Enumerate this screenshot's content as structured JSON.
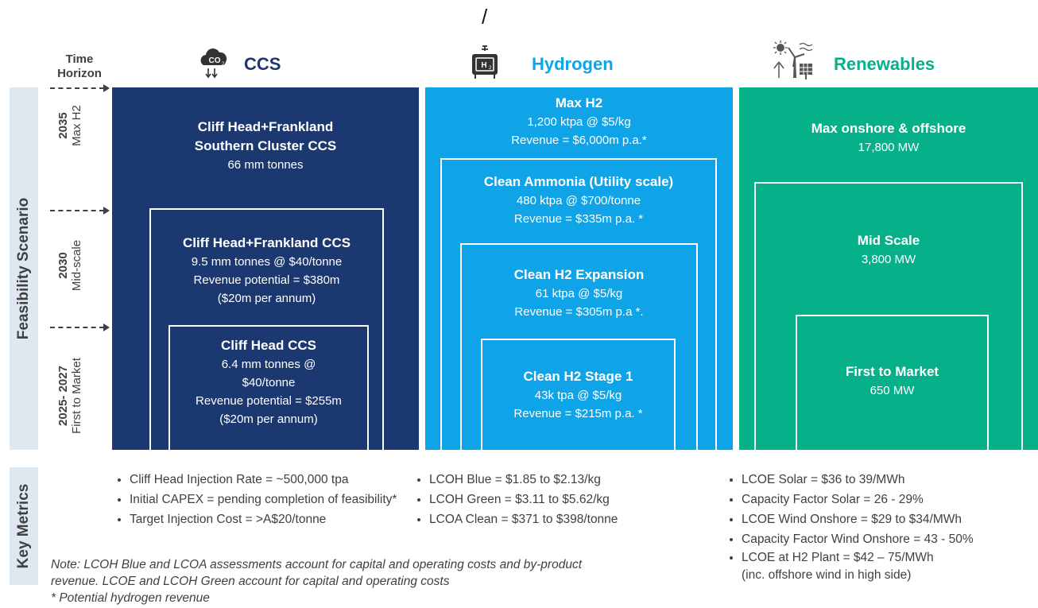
{
  "header": {
    "slash": "/",
    "time_horizon_line1": "Time",
    "time_horizon_line2": "Horizon"
  },
  "side_labels": {
    "feasibility": "Feasibility Scenario",
    "key_metrics": "Key Metrics"
  },
  "rows": [
    {
      "year": "2035",
      "name": "Max H2"
    },
    {
      "year": "2030",
      "name": "Mid-scale"
    },
    {
      "year": "2025- 2027",
      "name": "First to Market"
    }
  ],
  "columns": {
    "ccs": {
      "title": "CCS",
      "color": "#1c3870",
      "icon": "co2-cloud-icon",
      "boxes": [
        {
          "title_1": "Cliff Head+Frankland",
          "title_2": "Southern Cluster CCS",
          "line_1": "66 mm tonnes"
        },
        {
          "title": "Cliff Head+Frankland CCS",
          "line_1": "9.5 mm tonnes @ $40/tonne",
          "line_2": "Revenue potential = $380m",
          "line_3": "($20m per annum)"
        },
        {
          "title": "Cliff Head CCS",
          "line_1": "6.4 mm tonnes @",
          "line_2": "$40/tonne",
          "line_3": "Revenue potential = $255m",
          "line_4": "($20m per annum)"
        }
      ],
      "metrics": [
        "Cliff Head Injection Rate = ~500,000 tpa",
        "Initial CAPEX = pending completion of feasibility*",
        "Target Injection Cost = >A$20/tonne"
      ]
    },
    "hydrogen": {
      "title": "Hydrogen",
      "color": "#0fa3e8",
      "icon": "h2-tank-icon",
      "boxes": [
        {
          "title": "Max H2",
          "line_1": "1,200 ktpa @ $5/kg",
          "line_2": "Revenue = $6,000m p.a.*"
        },
        {
          "title": "Clean Ammonia (Utility scale)",
          "line_1": "480 ktpa @ $700/tonne",
          "line_2": "Revenue = $335m p.a. *"
        },
        {
          "title": "Clean H2 Expansion",
          "line_1": "61 ktpa @ $5/kg",
          "line_2": "Revenue = $305m p.a *."
        },
        {
          "title": "Clean H2 Stage 1",
          "line_1": "43k tpa @ $5/kg",
          "line_2": "Revenue = $215m p.a. *"
        }
      ],
      "metrics": [
        "LCOH Blue = $1.85 to $2.13/kg",
        "LCOH Green = $3.11 to $5.62/kg",
        "LCOA Clean = $371 to $398/tonne"
      ]
    },
    "renewables": {
      "title": "Renewables",
      "color": "#06b088",
      "icon": "solar-wind-icon",
      "boxes": [
        {
          "title": "Max onshore & offshore",
          "line_1": "17,800 MW"
        },
        {
          "title": "Mid Scale",
          "line_1": "3,800 MW"
        },
        {
          "title": "First to Market",
          "line_1": "650 MW"
        }
      ],
      "metrics": [
        "LCOE Solar = $36 to 39/MWh",
        "Capacity Factor Solar = 26 - 29%",
        "LCOE Wind Onshore = $29 to $34/MWh",
        "Capacity Factor Wind Onshore = 43 - 50%",
        "LCOE at H2 Plant = $42 – 75/MWh",
        "(inc. offshore wind in high side)"
      ]
    }
  },
  "note": {
    "line_1": "Note: LCOH Blue and LCOA assessments account for capital and operating costs and by-product",
    "line_2": "revenue. LCOE and LCOH Green account for capital and operating costs",
    "line_3": "* Potential hydrogen revenue"
  }
}
